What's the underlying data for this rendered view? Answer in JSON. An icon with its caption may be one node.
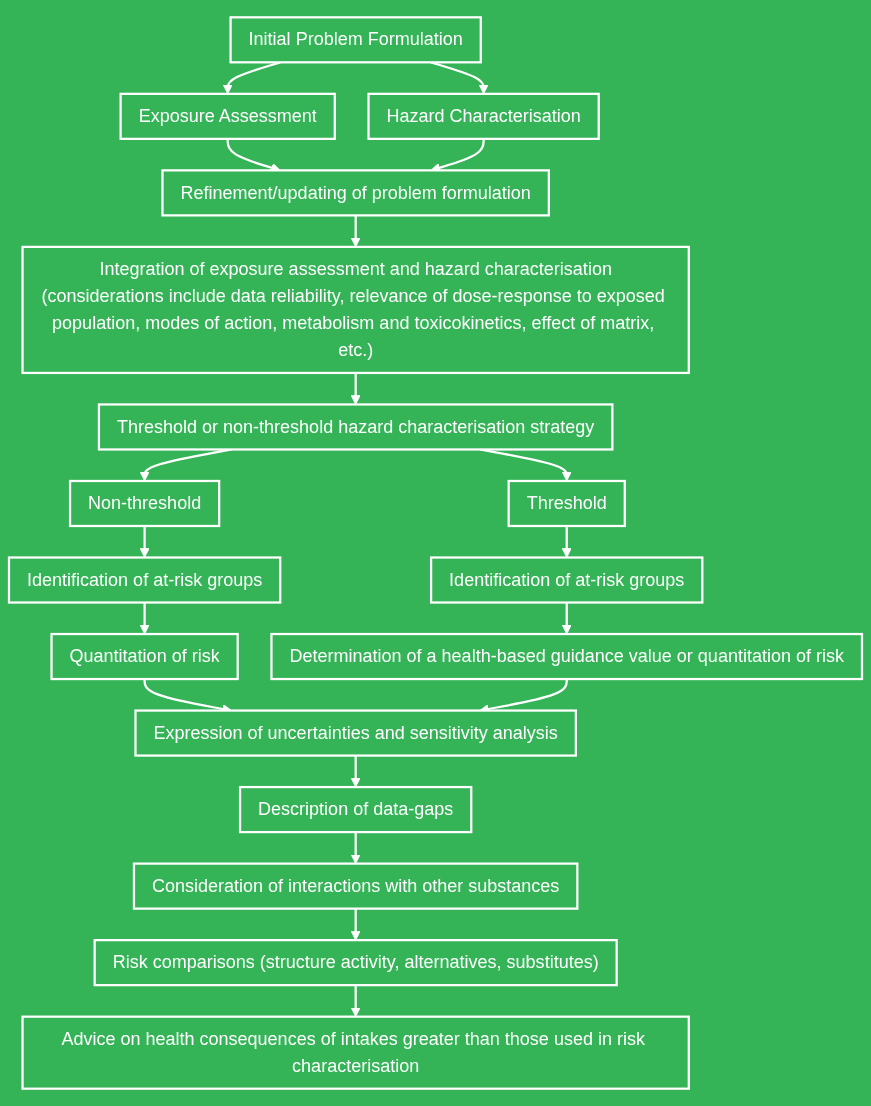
{
  "diagram": {
    "nodes": [
      {
        "text": [
          "Initial Problem Formulation"
        ]
      },
      {
        "text": [
          "Exposure Assessment"
        ]
      },
      {
        "text": [
          "Hazard Characterisation"
        ]
      },
      {
        "text": [
          "Refinement/updating of problem formulation"
        ]
      },
      {
        "text": [
          "Integration of exposure assessment and hazard characterisation",
          "(considerations include data reliability, relevance of dose-response to exposed population, modes of action, metabolism and toxicokinetics, effect of matrix, etc.)"
        ]
      },
      {
        "text": [
          "Threshold or non-threshold hazard characterisation strategy"
        ]
      },
      {
        "text": [
          "Non-threshold"
        ]
      },
      {
        "text": [
          "Threshold"
        ]
      },
      {
        "text": [
          "Identification of at-risk groups"
        ]
      },
      {
        "text": [
          "Identification of at-risk groups"
        ]
      },
      {
        "text": [
          "Quantitation of risk"
        ]
      },
      {
        "text": [
          "Determination of a health-based guidance value or quantitation of risk"
        ]
      },
      {
        "text": [
          "Expression of uncertainties and sensitivity analysis"
        ]
      },
      {
        "text": [
          "Description of data-gaps"
        ]
      },
      {
        "text": [
          "Consideration of interactions with other substances"
        ]
      },
      {
        "text": [
          "Risk comparisons (structure activity, alternatives, substitutes)"
        ]
      },
      {
        "text": [
          "Advice on health consequences of intakes greater than those used in risk characterisation"
        ]
      }
    ],
    "edges": [
      {
        "from": 0,
        "to": 1,
        "arrow": "to"
      },
      {
        "from": 0,
        "to": 2,
        "arrow": "to"
      },
      {
        "from": 1,
        "to": 3,
        "arrow": "to"
      },
      {
        "from": 2,
        "to": 3,
        "arrow": "to"
      },
      {
        "from": 3,
        "to": 4,
        "arrow": "to"
      },
      {
        "from": 4,
        "to": 5,
        "arrow": "to"
      },
      {
        "from": 5,
        "to": 6,
        "arrow": "to"
      },
      {
        "from": 5,
        "to": 7,
        "arrow": "to"
      },
      {
        "from": 6,
        "to": 8,
        "arrow": "to"
      },
      {
        "from": 7,
        "to": 9,
        "arrow": "to"
      },
      {
        "from": 8,
        "to": 10,
        "arrow": "to"
      },
      {
        "from": 9,
        "to": 11,
        "arrow": "to"
      },
      {
        "from": 10,
        "to": 12,
        "arrow": "to"
      },
      {
        "from": 11,
        "to": 12,
        "arrow": "to"
      },
      {
        "from": 12,
        "to": 13,
        "arrow": "to"
      },
      {
        "from": 13,
        "to": 14,
        "arrow": "to"
      },
      {
        "from": 14,
        "to": 15,
        "arrow": "to"
      },
      {
        "from": 15,
        "to": 16,
        "arrow": "to"
      }
    ]
  }
}
